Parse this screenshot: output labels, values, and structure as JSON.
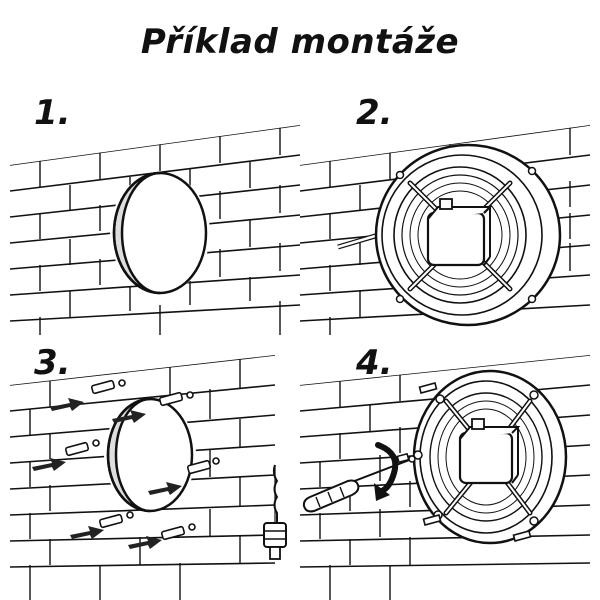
{
  "title": "Příklad montáže",
  "steps": [
    {
      "number": "1."
    },
    {
      "number": "2."
    },
    {
      "number": "3."
    },
    {
      "number": "4."
    }
  ],
  "colors": {
    "line": "#111111",
    "hole_fill": "#dedede",
    "arrow_fill": "#222222"
  },
  "icons": [
    "wall-hole-icon",
    "axial-fan-icon",
    "dowel-icon",
    "drill-bit-icon",
    "screwdriver-icon",
    "rotate-arrow-icon",
    "arrow-icon"
  ]
}
